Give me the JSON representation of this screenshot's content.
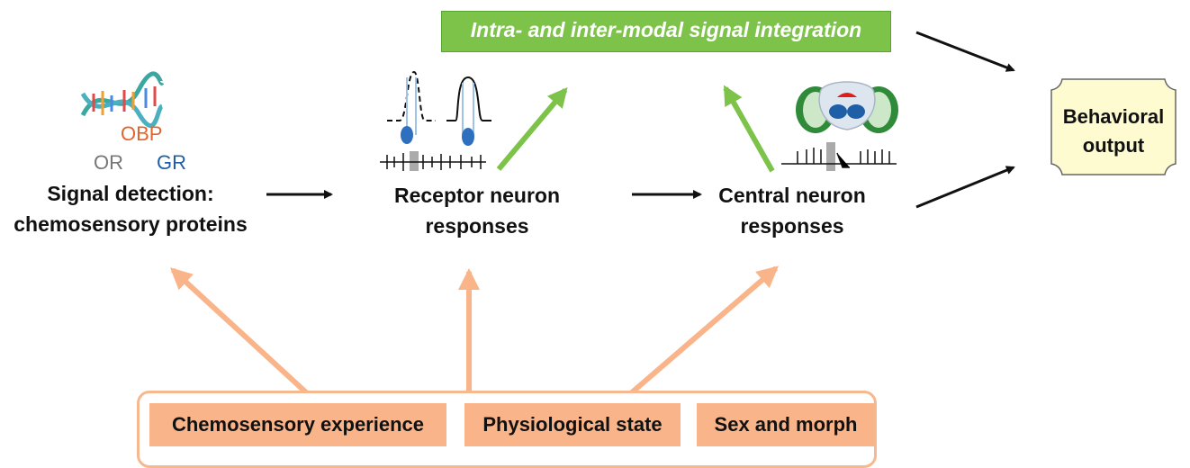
{
  "integration_label": "Intra- and inter-modal signal integration",
  "behavior_label": "Behavioral output",
  "stages": {
    "signal": "Signal detection: chemosensory proteins",
    "receptor": "Receptor neuron responses",
    "central": "Central neuron responses"
  },
  "molecules": {
    "obp": "OBP",
    "or": "OR",
    "gr": "GR"
  },
  "factors": [
    "Chemosensory experience",
    "Physiological state",
    "Sex and morph"
  ],
  "colors": {
    "green": "#7dc34a",
    "orange": "#f9b48a",
    "obp": "#e0662b",
    "or": "#777777",
    "gr": "#1f5fa8"
  }
}
